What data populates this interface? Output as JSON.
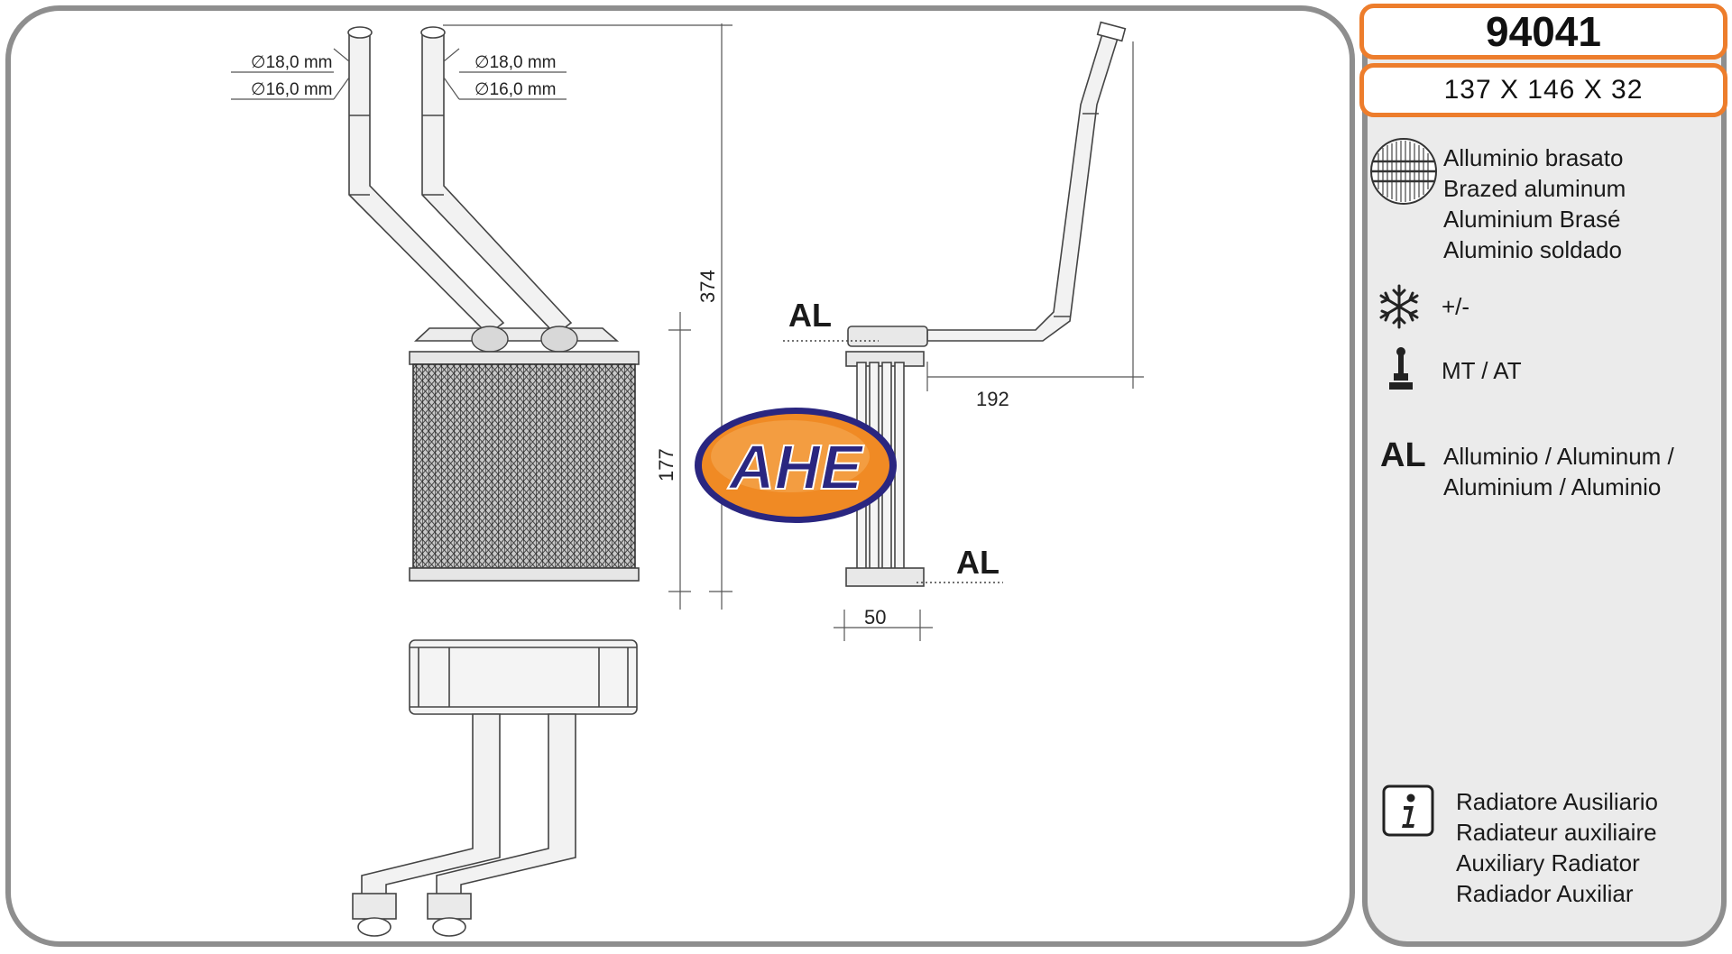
{
  "product": {
    "code": "94041",
    "dimensions": "137 X 146 X 32"
  },
  "info": {
    "material_lines": [
      "Alluminio brasato",
      "Brazed aluminum",
      "Aluminium Brasé",
      "Aluminio soldado"
    ],
    "tolerance": "+/-",
    "transmission": "MT / AT",
    "al_icon_text": "AL",
    "al_lines": [
      "Alluminio  / Aluminum /",
      "Aluminium / Aluminio"
    ],
    "info_lines": [
      "Radiatore Ausiliario",
      "Radiateur auxiliaire",
      "Auxiliary Radiator",
      "Radiador Auxiliar"
    ]
  },
  "drawing": {
    "pipe_left": {
      "outer": "18,0 mm",
      "inner": "16,0 mm"
    },
    "pipe_right": {
      "outer": "18,0 mm",
      "inner": "16,0 mm"
    },
    "dim_total_height": "374",
    "dim_core_height": "177",
    "dim_depth": "192",
    "dim_width": "50",
    "al_label_top": "AL",
    "al_label_bottom": "AL",
    "logo_text": "AHE"
  },
  "colors": {
    "accent": "#ed7d2c",
    "panel_border": "#8e8e8e",
    "logo_navy": "#2a2680",
    "logo_orange": "#f08a24"
  }
}
